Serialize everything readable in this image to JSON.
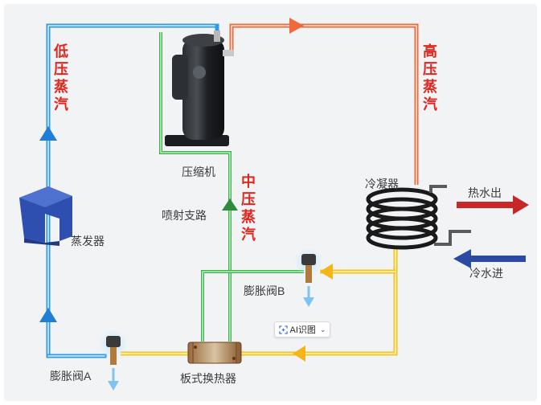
{
  "labels": {
    "compressor": "压缩机",
    "condenser": "冷凝器",
    "evaporator": "蒸发器",
    "injection_branch": "喷射支路",
    "valve_a": "膨胀阀A",
    "valve_b": "膨胀阀B",
    "plate_hx": "板式换热器",
    "hot_water_out": "热水出",
    "cold_water_in": "冷水进"
  },
  "vertical_labels": {
    "low_pressure": "低压蒸汽",
    "high_pressure": "高压蒸汽",
    "mid_pressure": "中压蒸汽"
  },
  "toolbar": {
    "ai_button_label": "AI识图"
  },
  "colors": {
    "low_pressure_line": "#2f9be6",
    "high_pressure_line": "#ef6a3a",
    "injection_line": "#3bb54a",
    "liquid_line": "#f5c518",
    "label_red": "#e0261d",
    "hot_water_arrow": "#c62828",
    "cold_water_arrow": "#2b4aa3"
  }
}
